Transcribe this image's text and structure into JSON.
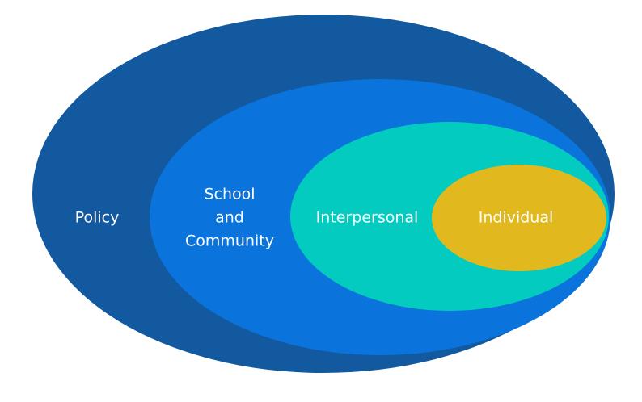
{
  "diagram": {
    "layers": [
      {
        "key": "policy",
        "label_lines": [
          "Policy"
        ],
        "color": "#1359a0"
      },
      {
        "key": "school",
        "label_lines": [
          "School",
          "and",
          "Community"
        ],
        "color": "#0a74dc"
      },
      {
        "key": "interpersonal",
        "label_lines": [
          "Interpersonal"
        ],
        "color": "#04cbc0"
      },
      {
        "key": "individual",
        "label_lines": [
          "Individual"
        ],
        "color": "#e2b81f"
      }
    ]
  }
}
